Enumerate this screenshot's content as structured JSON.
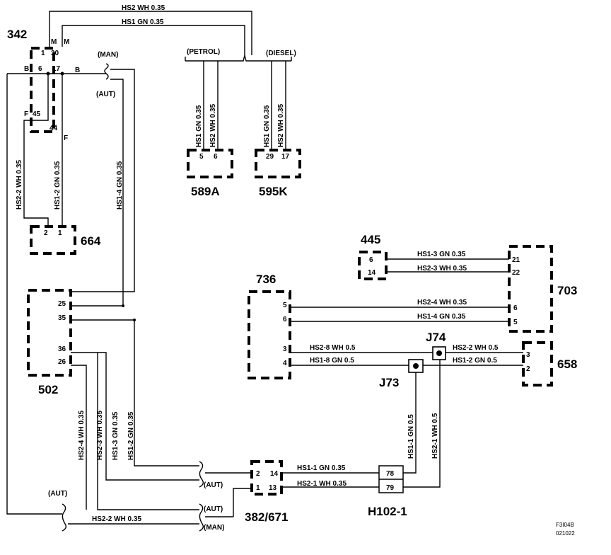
{
  "components": {
    "c342": "342",
    "c664": "664",
    "c589a": "589A",
    "c595k": "595K",
    "c445": "445",
    "c703": "703",
    "c736": "736",
    "c658": "658",
    "c502": "502",
    "c382": "382/671",
    "ch102": "H102-1",
    "j74": "J74",
    "j73": "J73"
  },
  "annotations": {
    "petrol": "(PETROL)",
    "diesel": "(DIESEL)",
    "man1": "(MAN)",
    "aut1": "(AUT)",
    "aut2": "(AUT)",
    "aut3": "(AUT)",
    "aut4": "(AUT)",
    "man2": "(MAN)"
  },
  "markers": {
    "m1": "M",
    "m2": "M",
    "b1": "B",
    "b2": "B",
    "f1": "F",
    "f2": "F"
  },
  "pins": {
    "p342_1": "1",
    "p342_30": "30",
    "p342_6": "6",
    "p342_17": "17",
    "p342_45": "45",
    "p342_44": "44",
    "p664_2": "2",
    "p664_1": "1",
    "p589_5": "5",
    "p589_6": "6",
    "p595_29": "29",
    "p595_17": "17",
    "p445_6": "6",
    "p445_14": "14",
    "p703_21": "21",
    "p703_22": "22",
    "p703_6": "6",
    "p703_5": "5",
    "p736_5": "5",
    "p736_6": "6",
    "p736_3": "3",
    "p736_4": "4",
    "p658_3": "3",
    "p658_2": "2",
    "p502_25": "25",
    "p502_35": "35",
    "p502_36": "36",
    "p502_26": "26",
    "p382_2": "2",
    "p382_14": "14",
    "p382_1": "1",
    "p382_13": "13",
    "ph_78": "78",
    "ph_79": "79"
  },
  "wires": {
    "top_hs2": "HS2  WH  0.35",
    "top_hs1": "HS1  GN  0.35",
    "v589_gn": "HS1  GN  0.35",
    "v589_wh": "HS2  WH  0.35",
    "v595_gn": "HS1  GN  0.35",
    "v595_wh": "HS2  WH  0.35",
    "hs2_2_left": "HS2-2  WH  0.35",
    "hs1_2_left": "HS1-2  GN  0.35",
    "hs1_4_mid": "HS1-4  GN  0.35",
    "hs1_3": "HS1-3  GN  0.35",
    "hs2_3": "HS2-3  WH  0.35",
    "hs2_4_r": "HS2-4  WH  0.35",
    "hs1_4_r": "HS1-4  GN  0.35",
    "hs2_8": "HS2-8  WH  0.5",
    "hs1_8": "HS1-8  GN  0.5",
    "hs2_2_r": "HS2-2  WH  0.5",
    "hs1_2_r": "HS1-2  GN  0.5",
    "hs1_1_v": "HS1-1  GN  0.5",
    "hs2_1_v": "HS2-1  WH  0.5",
    "hs2_4_b": "HS2-4  WH  0.35",
    "hs2_3_b": "HS2-3  WH  0.35",
    "hs1_3_b": "HS1-3  GN  0.35",
    "hs1_2_b": "HS1-2  GN  0.35",
    "hs1_1_h": "HS1-1  GN  0.35",
    "hs2_1_h": "HS2-1  WH  0.35",
    "hs2_2_bottom": "HS2-2   WH  0.35"
  },
  "reference": {
    "code": "F3I04B",
    "date": "021022"
  }
}
